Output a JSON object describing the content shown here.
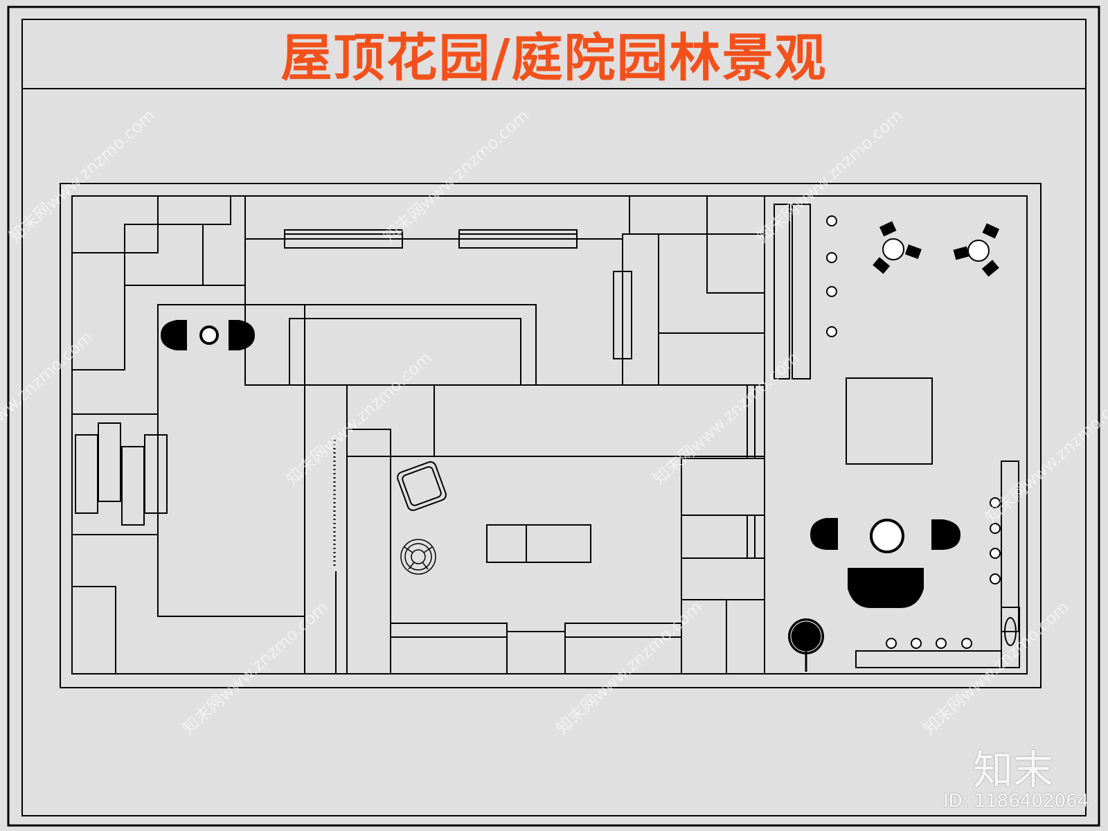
{
  "title": "屋顶花园/庭院园林景观",
  "watermark": {
    "brand": "知末",
    "image_id": "ID: 1186402064",
    "site_text": "知末网www.znzmo.com"
  },
  "colors": {
    "background": "#e0e0e0",
    "title": "#f2511c",
    "line": "#000000"
  },
  "icons": [
    "armchair-pair-icon",
    "round-stool-icon",
    "chair-pair-icon",
    "dining-chairs-icon",
    "rattan-chair-icon",
    "lounge-chair-icon",
    "floor-lamp-icon",
    "stepping-stone-icon"
  ]
}
